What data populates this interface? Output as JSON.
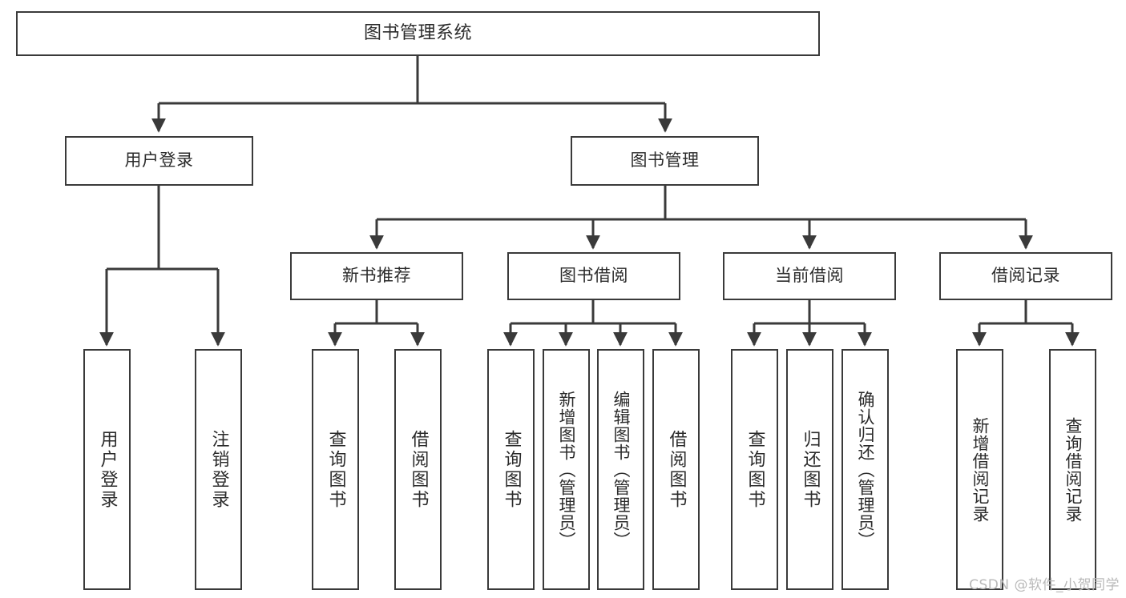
{
  "diagram": {
    "title": "图书管理系统",
    "type": "tree-hierarchy",
    "stroke_color": "#3a3a3a",
    "text_color": "#2b2b2b",
    "background": "#ffffff",
    "root": {
      "id": "root",
      "label": "图书管理系统"
    },
    "level2": [
      {
        "id": "user-login",
        "label": "用户登录"
      },
      {
        "id": "book-management",
        "label": "图书管理"
      }
    ],
    "level3": [
      {
        "id": "new-book-recommend",
        "label": "新书推荐",
        "parent": "book-management"
      },
      {
        "id": "book-borrow",
        "label": "图书借阅",
        "parent": "book-management"
      },
      {
        "id": "current-borrow",
        "label": "当前借阅",
        "parent": "book-management"
      },
      {
        "id": "borrow-record",
        "label": "借阅记录",
        "parent": "book-management"
      }
    ],
    "leaves": {
      "user-login": [
        {
          "id": "leaf-user-login",
          "label": "用户登录"
        },
        {
          "id": "leaf-user-logout",
          "label": "注销登录"
        }
      ],
      "new-book-recommend": [
        {
          "id": "leaf-query-book-1",
          "label": "查询图书"
        },
        {
          "id": "leaf-borrow-book-1",
          "label": "借阅图书"
        }
      ],
      "book-borrow": [
        {
          "id": "leaf-query-book-2",
          "label": "查询图书"
        },
        {
          "id": "leaf-add-book-admin",
          "label": "新增图书（管理员）"
        },
        {
          "id": "leaf-edit-book-admin",
          "label": "编辑图书（管理员）"
        },
        {
          "id": "leaf-borrow-book-2",
          "label": "借阅图书"
        }
      ],
      "current-borrow": [
        {
          "id": "leaf-query-book-3",
          "label": "查询图书"
        },
        {
          "id": "leaf-return-book",
          "label": "归还图书"
        },
        {
          "id": "leaf-confirm-return-admin",
          "label": "确认归还（管理员）"
        }
      ],
      "borrow-record": [
        {
          "id": "leaf-add-borrow-record",
          "label": "新增借阅记录"
        },
        {
          "id": "leaf-query-borrow-record",
          "label": "查询借阅记录"
        }
      ]
    }
  },
  "watermark": {
    "text": "CSDN @软件_小贺同学"
  }
}
